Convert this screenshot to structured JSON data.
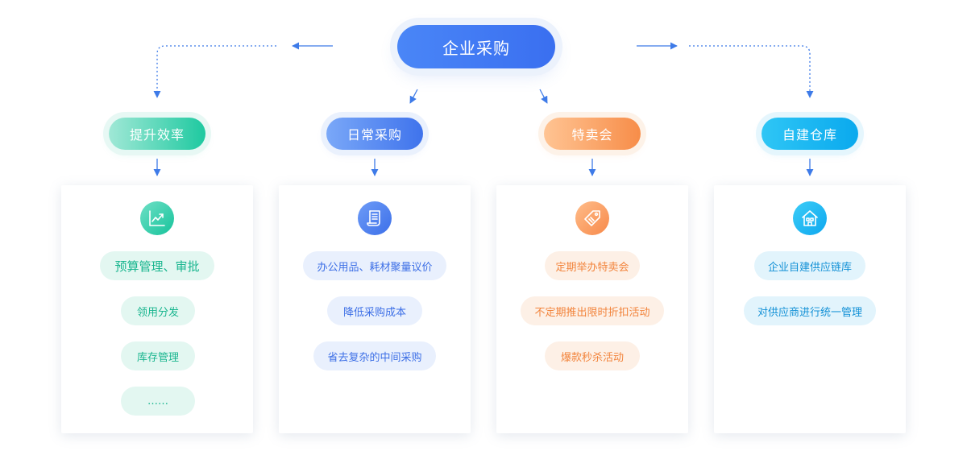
{
  "diagram": {
    "root": {
      "label": "企业采购"
    },
    "categories": [
      {
        "label": "提升效率",
        "icon": "trend-chart-icon",
        "color": "#1ec9a0",
        "items": [
          "预算管理、审批",
          "领用分发",
          "库存管理",
          "……"
        ]
      },
      {
        "label": "日常采购",
        "icon": "document-list-icon",
        "color": "#3f73ec",
        "items": [
          "办公用品、耗材聚量议价",
          "降低采购成本",
          "省去复杂的中间采购"
        ]
      },
      {
        "label": "特卖会",
        "icon": "sale-tag-icon",
        "color": "#f78d49",
        "items": [
          "定期举办特卖会",
          "不定期推出限时折扣活动",
          "爆款秒杀活动"
        ]
      },
      {
        "label": "自建仓库",
        "icon": "warehouse-icon",
        "color": "#0aa9ee",
        "items": [
          "企业自建供应链库",
          "对供应商进行统一管理"
        ]
      }
    ],
    "connector_color": "#3e7be8"
  }
}
